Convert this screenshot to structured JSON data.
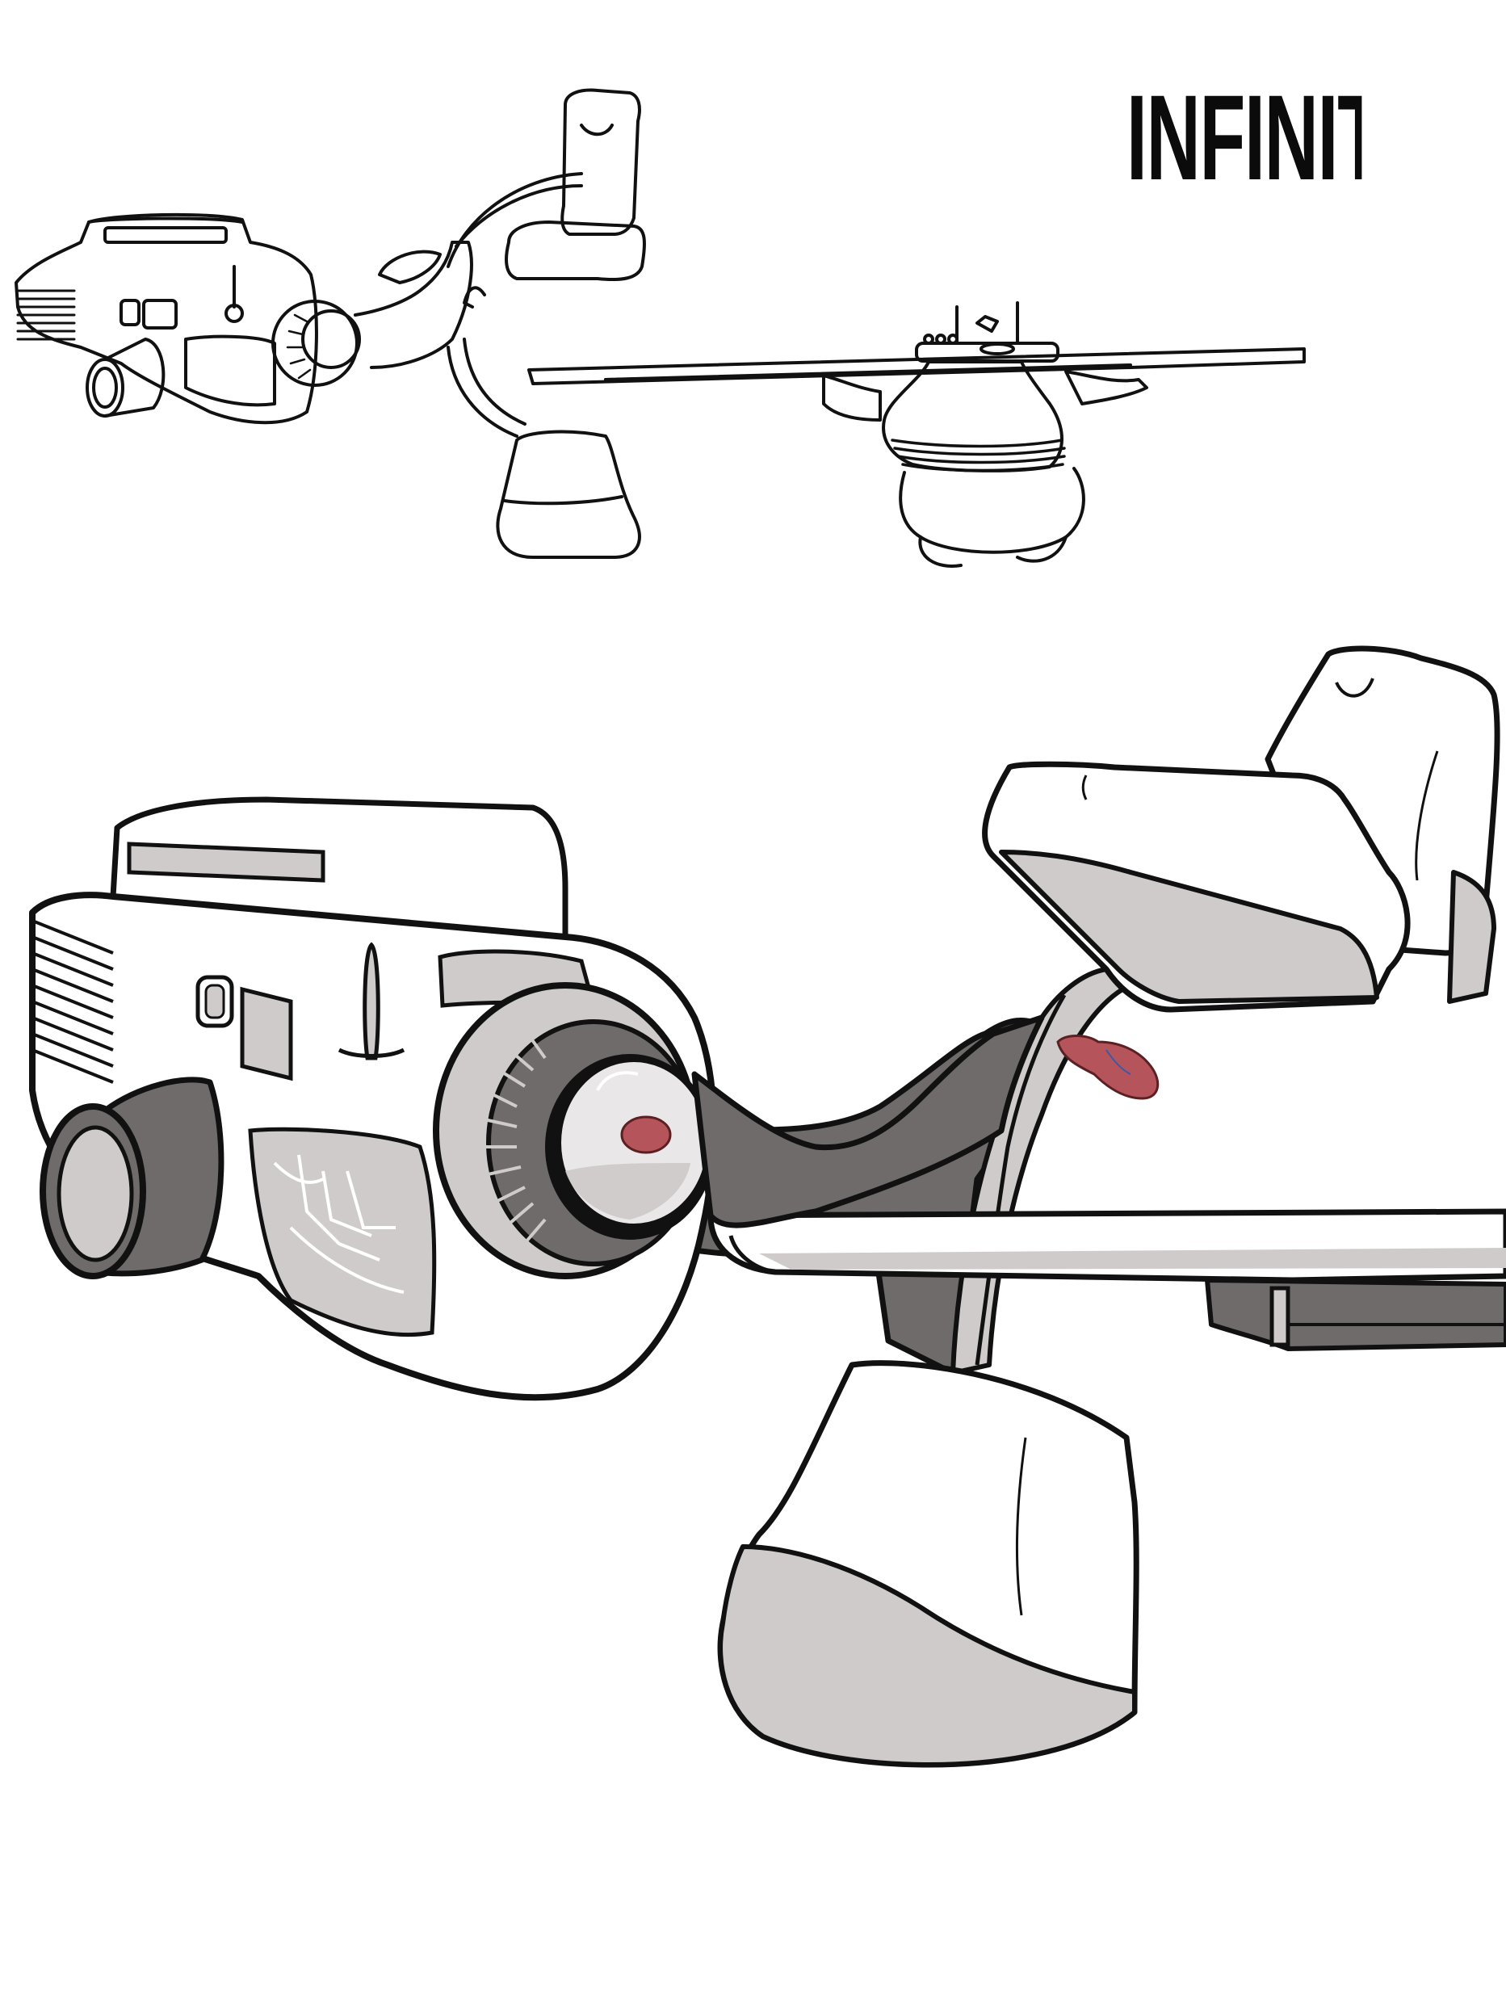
{
  "page": {
    "brand_title": "INFINITi I("
  },
  "colors": {
    "ink": "#111111",
    "light_gray": "#cfcbcb",
    "mid_gray": "#8e8b8b",
    "dark_gray": "#6d6a6a",
    "flesh": "#b5545a"
  },
  "illustration": {
    "views": [
      "side-view-sketch",
      "front-view-sketch",
      "main-colored-render"
    ]
  }
}
